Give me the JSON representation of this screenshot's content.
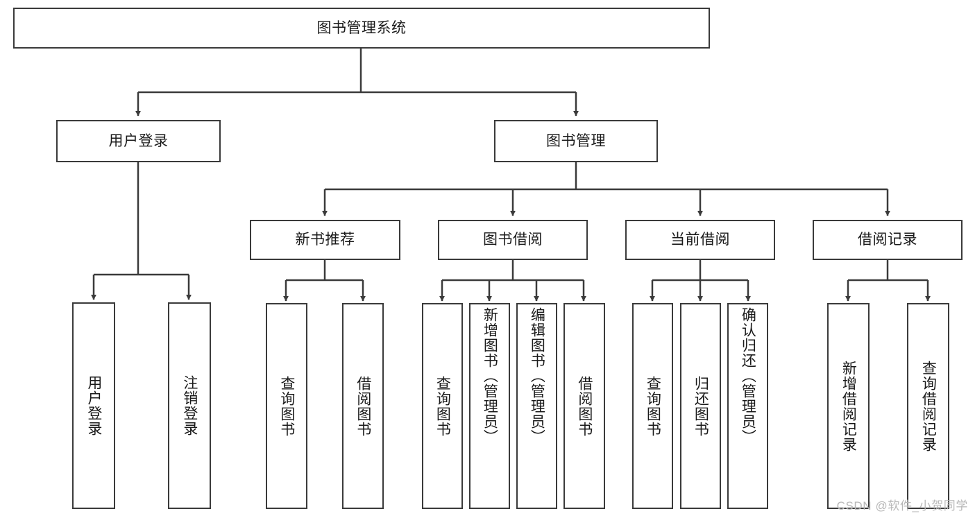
{
  "diagram": {
    "title": "图书管理系统",
    "type": "tree-hierarchy",
    "watermark": "CSDN @软件_小贺同学",
    "colors": {
      "stroke": "#3a3a3a",
      "fill": "#ffffff",
      "text": "#1a1a1a",
      "watermark": "#b8b8b8"
    },
    "nodes": {
      "root": {
        "label": "图书管理系统"
      },
      "level2": [
        {
          "label": "用户登录"
        },
        {
          "label": "图书管理"
        }
      ],
      "level3": [
        {
          "label": "新书推荐"
        },
        {
          "label": "图书借阅"
        },
        {
          "label": "当前借阅"
        },
        {
          "label": "借阅记录"
        }
      ],
      "leaves": {
        "user_login": [
          {
            "label": "用户登录"
          },
          {
            "label": "注销登录"
          }
        ],
        "new_book_recommend": [
          {
            "label": "查询图书"
          },
          {
            "label": "借阅图书"
          }
        ],
        "book_borrow": [
          {
            "label": "查询图书"
          },
          {
            "label": "新增图书（管理员）"
          },
          {
            "label": "编辑图书（管理员）"
          },
          {
            "label": "借阅图书"
          }
        ],
        "current_borrow": [
          {
            "label": "查询图书"
          },
          {
            "label": "归还图书"
          },
          {
            "label": "确认归还（管理员）"
          }
        ],
        "borrow_record": [
          {
            "label": "新增借阅记录"
          },
          {
            "label": "查询借阅记录"
          }
        ]
      }
    }
  }
}
